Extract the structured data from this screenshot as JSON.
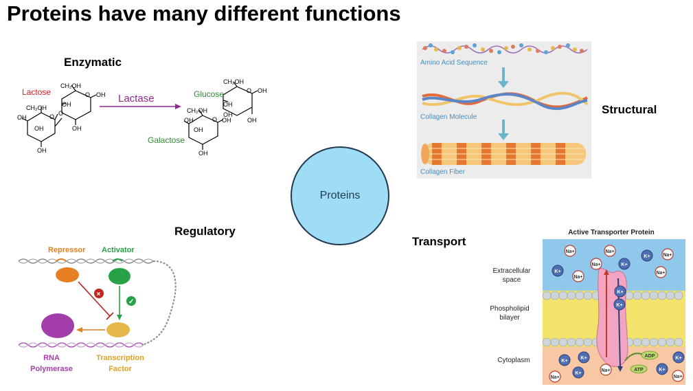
{
  "title": "Proteins have many different functions",
  "center": {
    "label": "Proteins"
  },
  "categories": {
    "enzymatic": "Enzymatic",
    "structural": "Structural",
    "regulatory": "Regulatory",
    "transport": "Transport"
  },
  "enzymatic_figure": {
    "substrate": "Lactose",
    "enzyme": "Lactase",
    "product_1": "Glucose",
    "product_2": "Galactose",
    "ch2oh": "CH₂OH",
    "oh": "OH",
    "o": "O",
    "colors": {
      "lactose": "#d0202a",
      "lactase": "#8e2a8e",
      "products": "#2e8b2e"
    }
  },
  "structural_figure": {
    "amino_acid_sequence": "Amino Acid Sequence",
    "collagen_molecule": "Collagen Molecule",
    "collagen_fiber": "Collagen Fiber",
    "colors": {
      "labels": "#3f8fc6",
      "arrows": "#6cb4c9"
    }
  },
  "regulatory_figure": {
    "repressor": "Repressor",
    "activator": "Activator",
    "rna_polymerase_line1": "RNA",
    "rna_polymerase_line2": "Polymerase",
    "transcription_factor_line1": "Transcription",
    "transcription_factor_line2": "Factor",
    "colors": {
      "repressor": "#e67e22",
      "activator": "#27a145",
      "rna_polymerase": "#a23dab",
      "transcription_factor": "#e0a020"
    }
  },
  "transport_figure": {
    "title": "Active Transporter Protein",
    "extracellular_line1": "Extracellular",
    "extracellular_line2": "space",
    "bilayer_line1": "Phospholipid",
    "bilayer_line2": "bilayer",
    "cytoplasm": "Cytoplasm",
    "na": "Na+",
    "k": "K+",
    "adp": "ADP",
    "atp": "ATP"
  }
}
